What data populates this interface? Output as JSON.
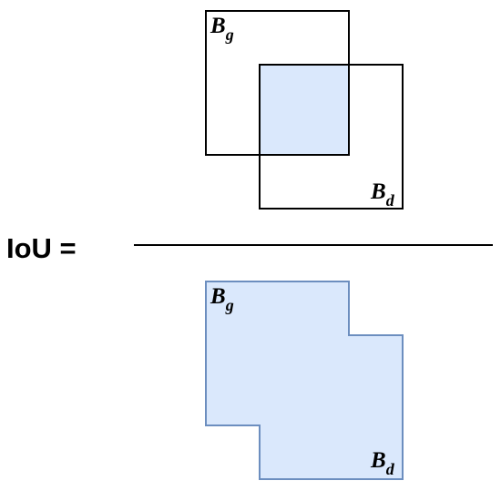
{
  "formula": {
    "left_label": "IoU ="
  },
  "box_labels": {
    "ground_truth": {
      "base": "B",
      "sub": "g"
    },
    "detected": {
      "base": "B",
      "sub": "d"
    }
  },
  "colors": {
    "fill": "#dae8fc",
    "shape_stroke": "#6c8ebf",
    "box_stroke": "#000000"
  }
}
